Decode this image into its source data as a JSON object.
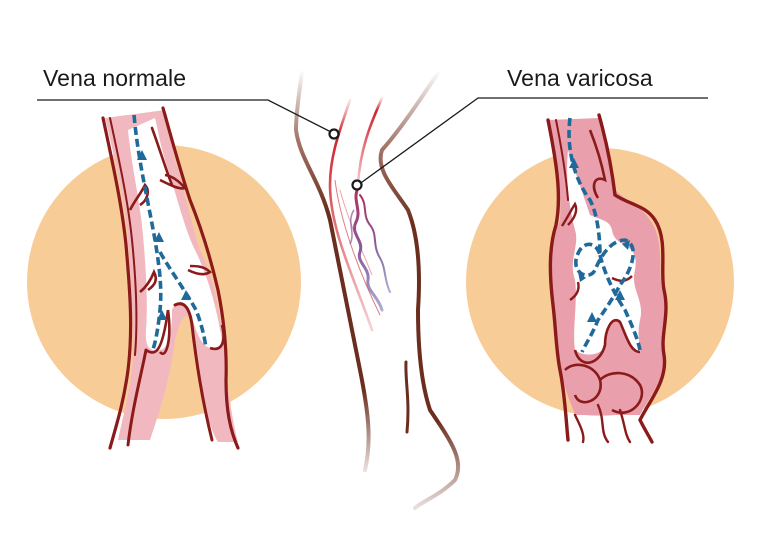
{
  "labels": {
    "normal_vein": "Vena normale",
    "varicose_vein": "Vena varicosa"
  },
  "colors": {
    "background_circle": "#f8cc97",
    "vein_wall": "#8b1a1a",
    "vein_inner": "#f2b8c0",
    "varicose_inner": "#e9a0ac",
    "blood_flow": "#1f6a9a",
    "leg_outline": "#6b2e1e",
    "superficial_vein": "#d0202a",
    "varicose_cluster": "#8a5a9a",
    "leader_line": "#1a1a1a"
  },
  "panels": [
    {
      "name": "normal-vein-panel",
      "flow": "one-directional upward flow, closed valves"
    },
    {
      "name": "varicose-vein-panel",
      "flow": "reflux, swirling flow, incompetent valves"
    }
  ],
  "callouts": [
    {
      "label_ref": "normal_vein",
      "target": "straight superficial vein on leg"
    },
    {
      "label_ref": "varicose_vein",
      "target": "tortuous vein cluster on leg"
    }
  ]
}
